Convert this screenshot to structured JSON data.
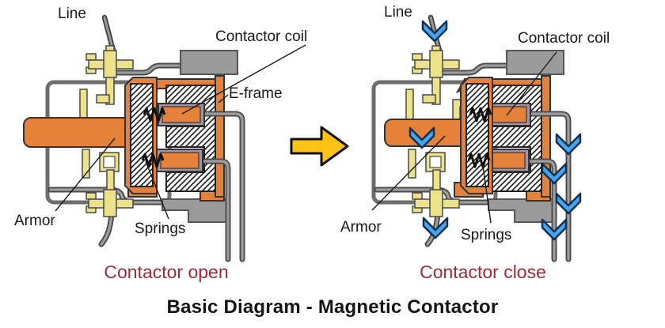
{
  "main_title": "Basic Diagram - Magnetic Contactor",
  "diagrams": {
    "open": {
      "caption": "Contactor open",
      "labels": {
        "line": "Line",
        "contactor_coil": "Contactor coil",
        "e_frame": "E-frame",
        "armor": "Armor",
        "springs": "Springs"
      }
    },
    "close": {
      "caption": "Contactor close",
      "labels": {
        "line": "Line",
        "contactor_coil": "Contactor coil",
        "armor": "Armor",
        "springs": "Springs"
      }
    }
  },
  "colors": {
    "copper_orange": "#E6813A",
    "contact_brass": "#EBE28A",
    "frame_gray": "#9B9B9B",
    "current_blue": "#44A6F2",
    "caption_red": "#9E2B38",
    "transition_arrow_yellow": "#FFC316",
    "text_black": "#1A1A1A"
  },
  "icons": {
    "transition_arrow": "right-block-arrow",
    "current_flow_arrow": "down-chevron"
  }
}
